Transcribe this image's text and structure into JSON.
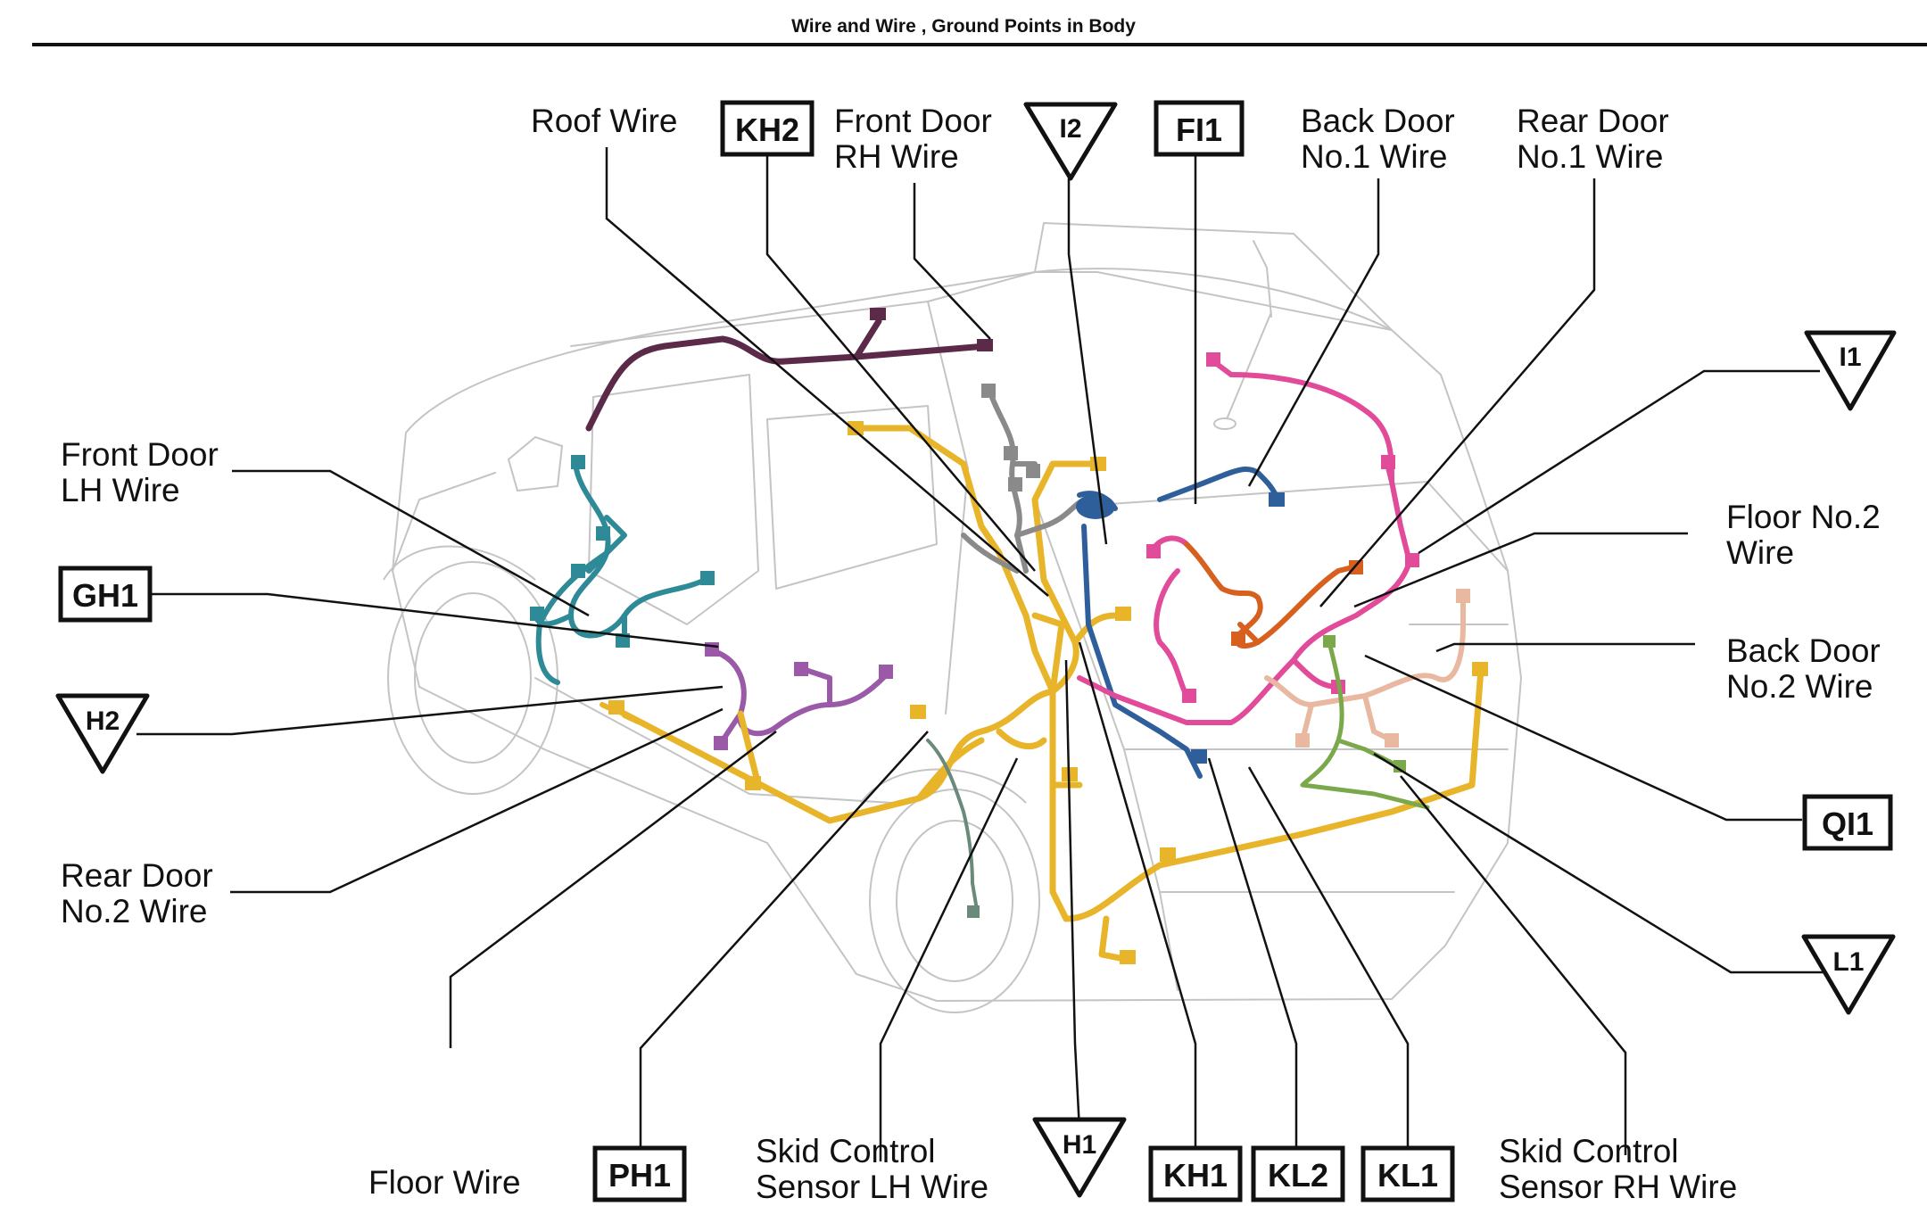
{
  "title": "Wire and Wire , Ground Points in Body",
  "colors": {
    "floor": "#e8b52a",
    "door_lh": "#2e8a96",
    "rear_door_no2": "#9a5aa8",
    "roof": "#5a2a48",
    "back_door_no1": "#2f5f9a",
    "rear_door_no1": "#e24a9a",
    "floor_no2": "#d8601e",
    "back_door_no2": "#e8b8a0",
    "skid_rh": "#7aa84a",
    "gray": "#8a8a8a"
  },
  "labels": {
    "roof_wire": "Roof Wire",
    "front_door_rh_1": "Front Door",
    "front_door_rh_2": "RH Wire",
    "back_door_no1_1": "Back Door",
    "back_door_no1_2": "No.1 Wire",
    "rear_door_no1_1": "Rear Door",
    "rear_door_no1_2": "No.1 Wire",
    "front_door_lh_1": "Front Door",
    "front_door_lh_2": "LH Wire",
    "floor_no2_1": "Floor No.2",
    "floor_no2_2": "Wire",
    "back_door_no2_1": "Back Door",
    "back_door_no2_2": "No.2 Wire",
    "rear_door_no2_1": "Rear Door",
    "rear_door_no2_2": "No.2 Wire",
    "floor_wire": "Floor Wire",
    "skid_lh_1": "Skid Control",
    "skid_lh_2": "Sensor LH Wire",
    "skid_rh_1": "Skid Control",
    "skid_rh_2": "Sensor RH Wire"
  },
  "connectors": {
    "kh2": "KH2",
    "fi1": "FI1",
    "gh1": "GH1",
    "qi1": "QI1",
    "ph1": "PH1",
    "kh1": "KH1",
    "kl2": "KL2",
    "kl1": "KL1"
  },
  "ground_points": {
    "i2": "I2",
    "i1": "I1",
    "h2": "H2",
    "l1": "L1",
    "h1": "H1"
  }
}
